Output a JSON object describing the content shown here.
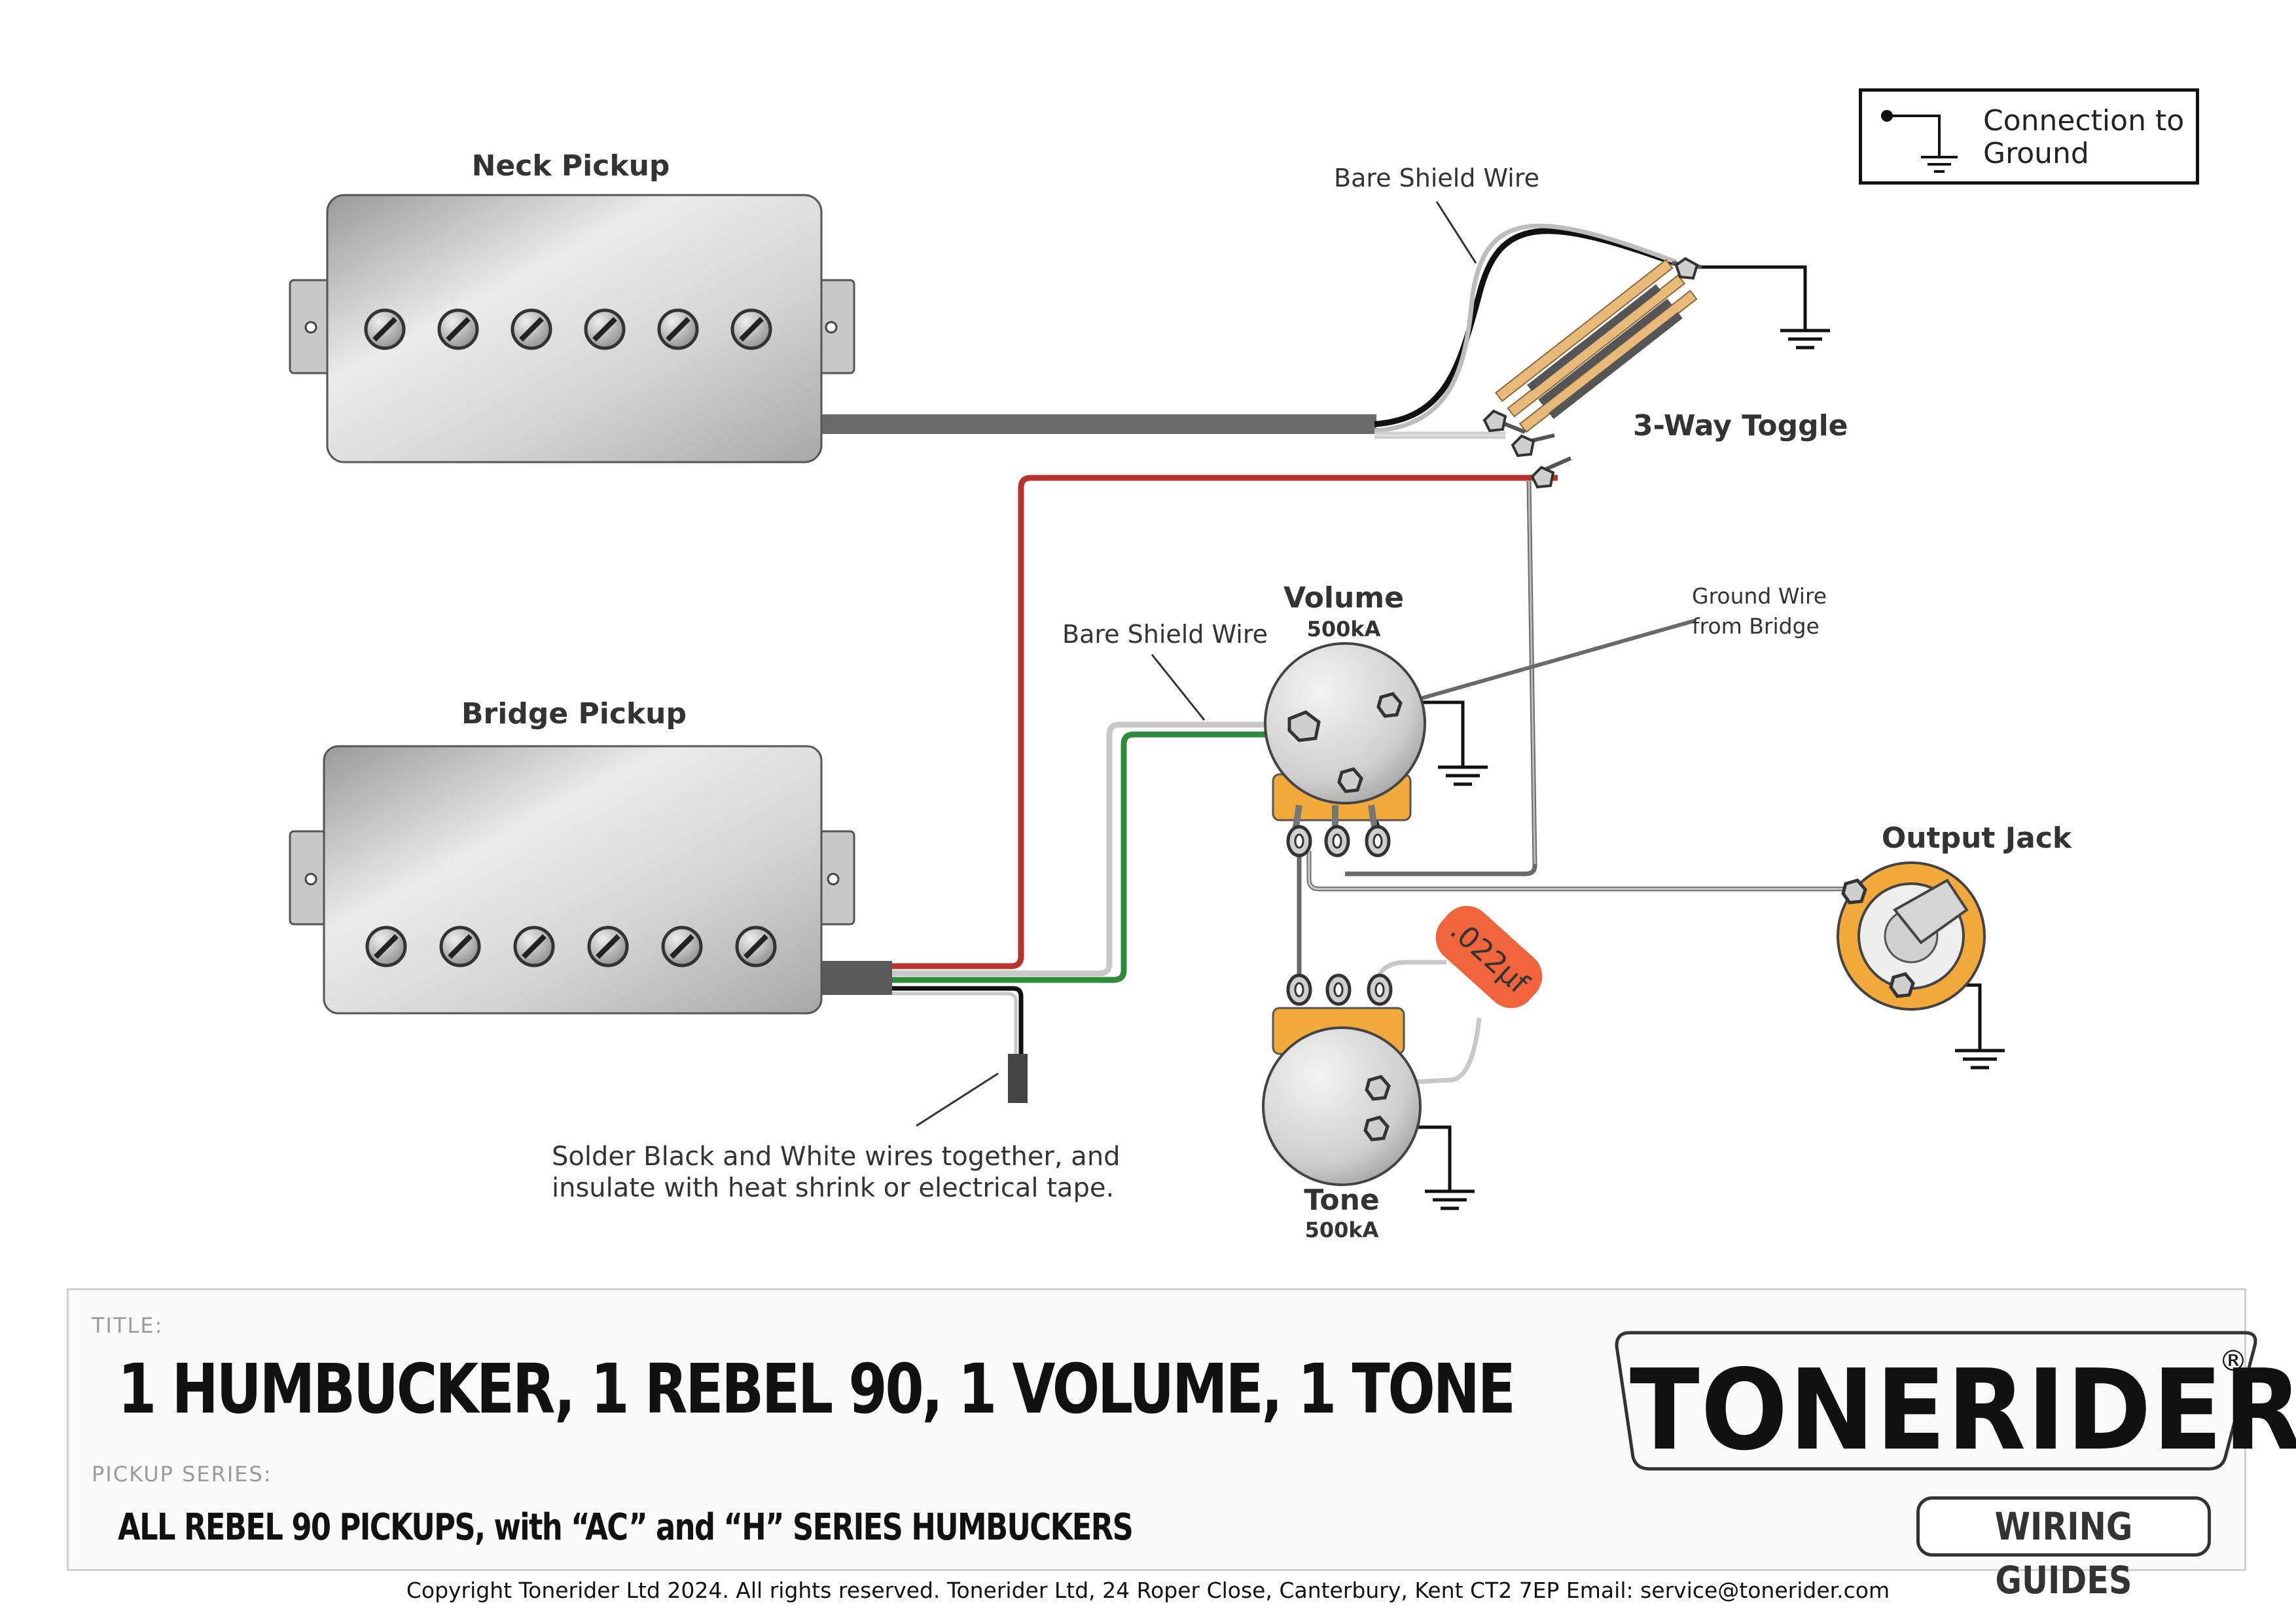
{
  "diagram": {
    "neck_pickup": "Neck Pickup",
    "bridge_pickup": "Bridge Pickup",
    "toggle": "3-Way Toggle",
    "bare_shield_top": "Bare Shield Wire",
    "bare_shield_mid": "Bare Shield Wire",
    "volume": "Volume",
    "volume_value": "500kA",
    "tone": "Tone",
    "tone_value": "500kA",
    "ground_wire_line1": "Ground Wire",
    "ground_wire_line2": "from Bridge",
    "output_jack": "Output Jack",
    "capacitor": ".022μf",
    "solder_note_line1": "Solder Black and White wires together, and",
    "solder_note_line2": "insulate with heat shrink or electrical tape."
  },
  "legend": {
    "text": "Connection to\nGround"
  },
  "titleblock": {
    "title_label": "TITLE:",
    "title": "1 HUMBUCKER, 1 REBEL 90, 1 VOLUME, 1 TONE",
    "series_label": "PICKUP SERIES:",
    "series": "ALL REBEL 90 PICKUPS, with “AC” and “H” SERIES HUMBUCKERS",
    "logo_main": "TONERIDER",
    "logo_sub": "WIRING GUIDES",
    "logo_reg": "®"
  },
  "footer": {
    "copyright": "Copyright Tonerider Ltd 2024. All rights reserved. Tonerider Ltd, 24 Roper Close, Canterbury, Kent CT2 7EP Email: service@tonerider.com"
  },
  "colors": {
    "hot_wire": "#b8322e",
    "green_wire": "#2e8b3e",
    "bare_wire": "#c8c8c8",
    "cap_orange": "#f0643c",
    "pot_tab": "#f2a93b",
    "pickup_grey": "#cfcfcf"
  }
}
